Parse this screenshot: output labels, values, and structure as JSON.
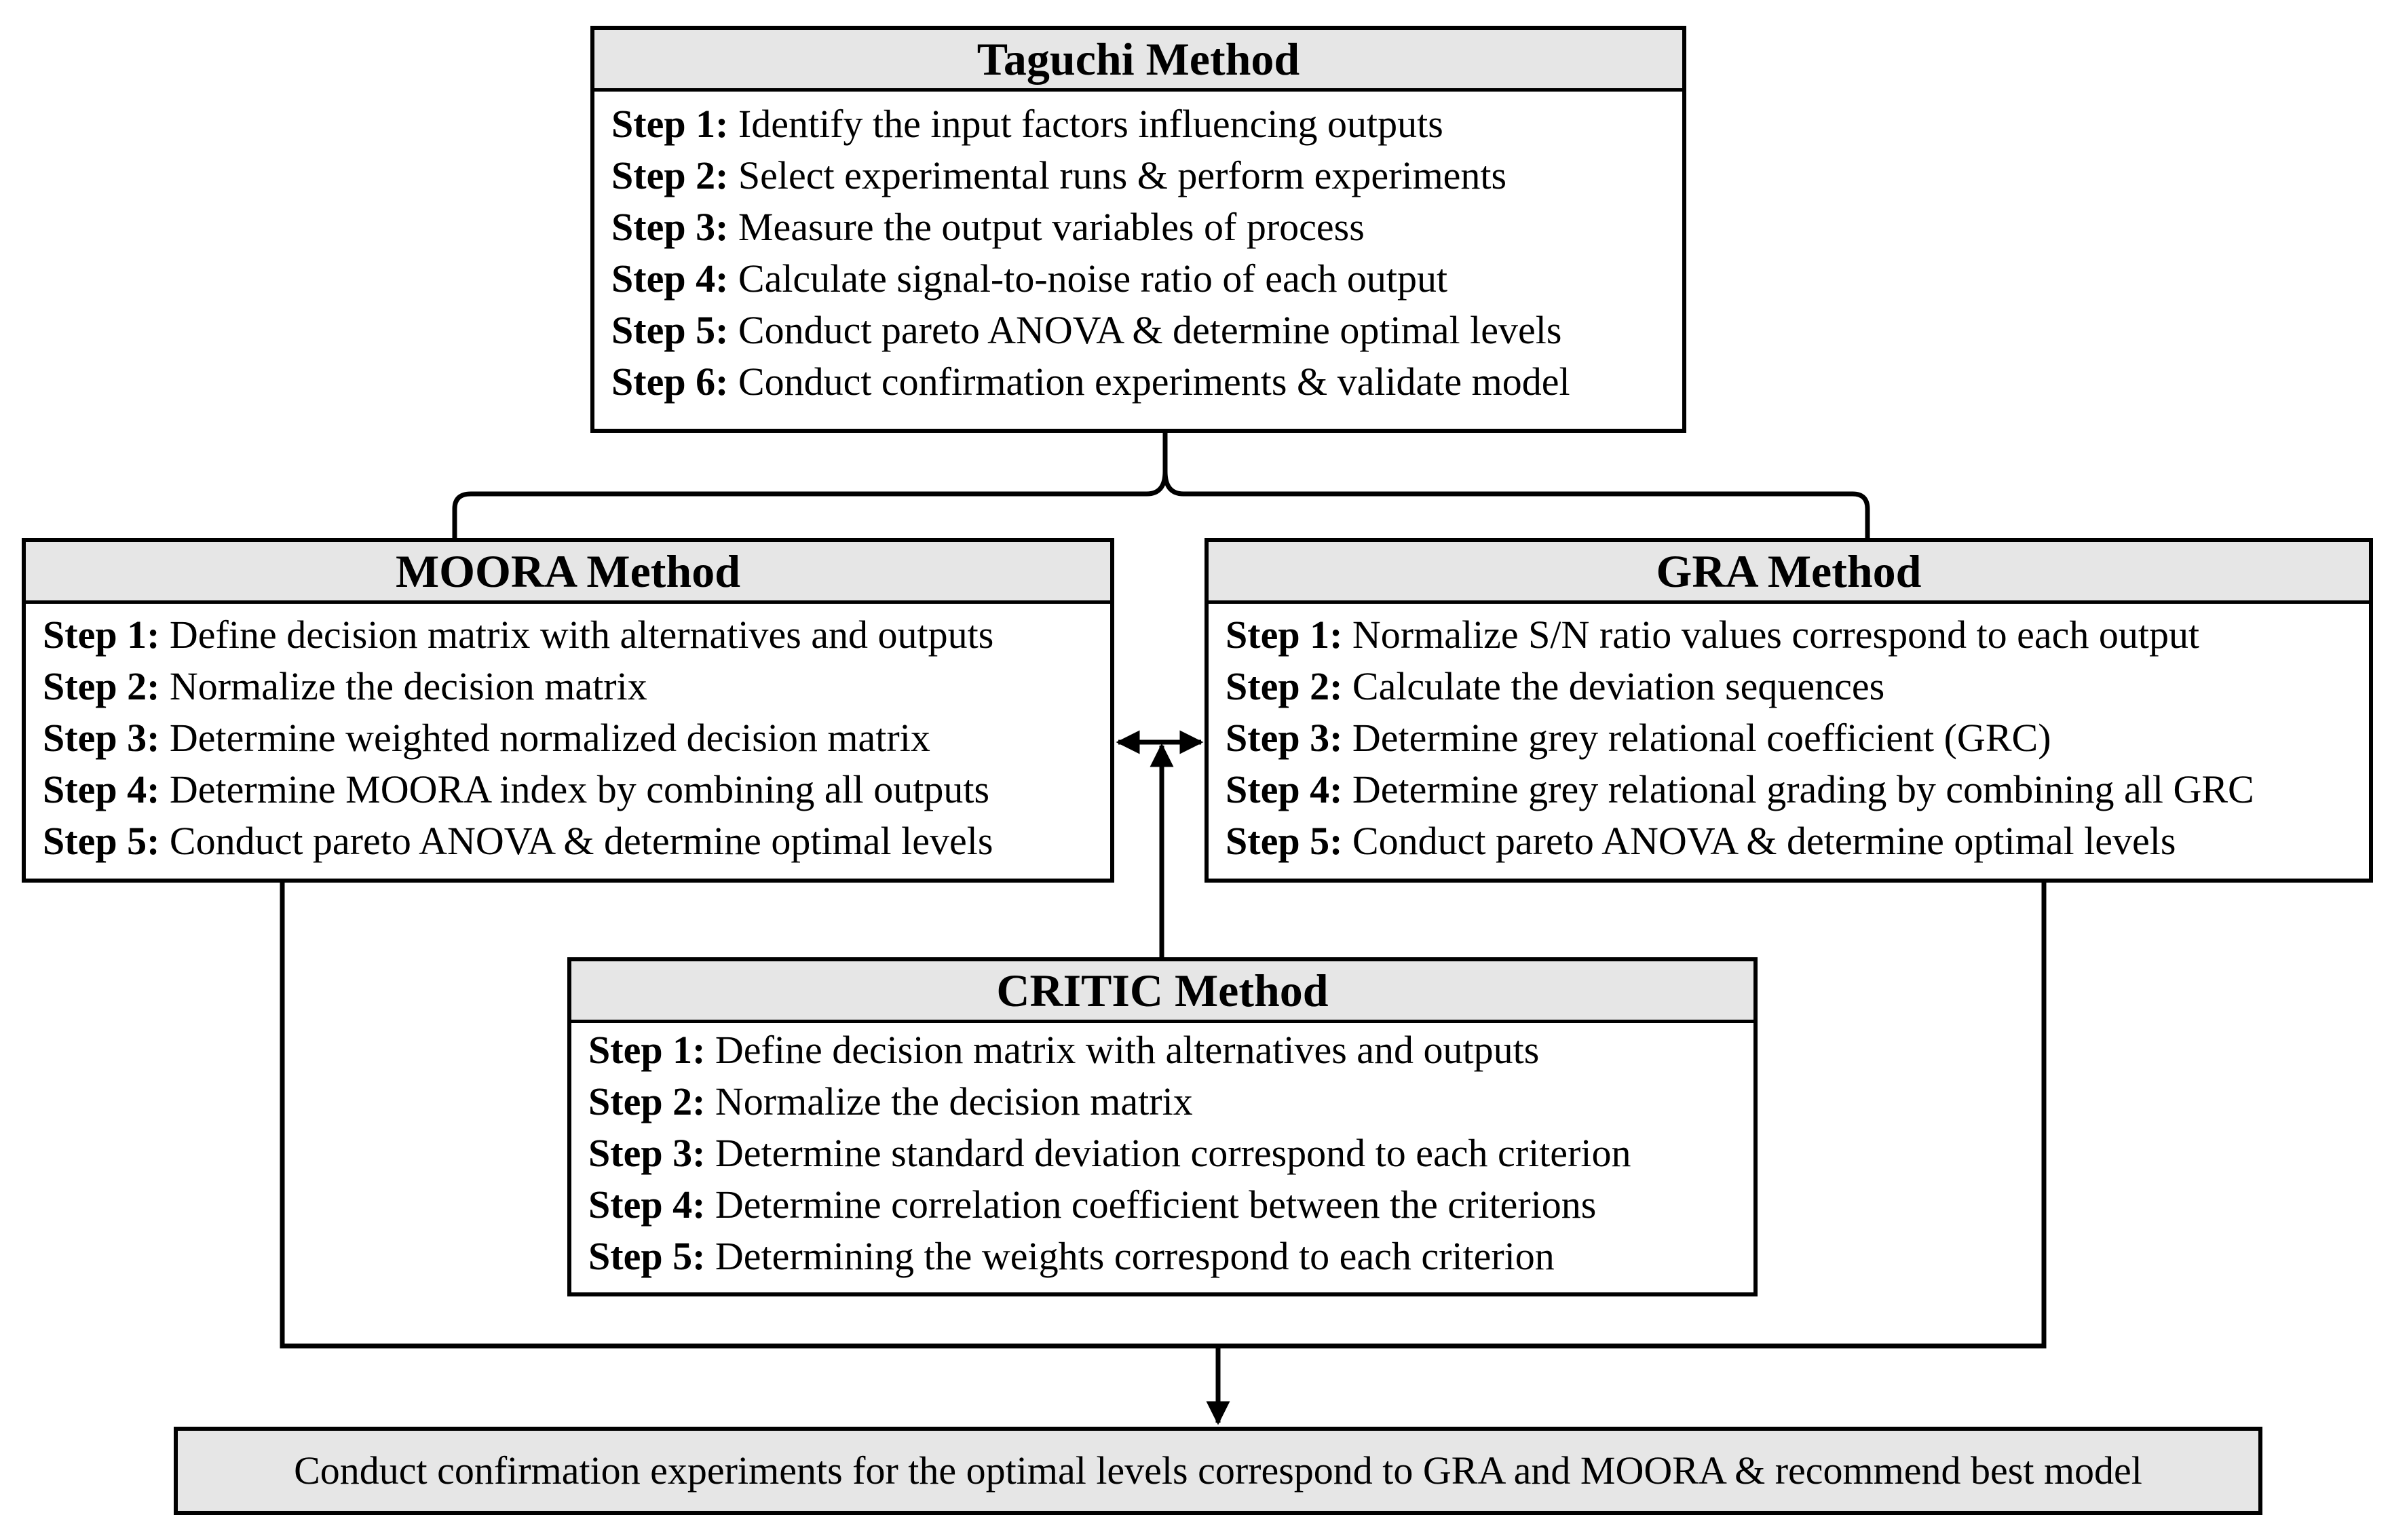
{
  "taguchi": {
    "title": "Taguchi Method",
    "steps": [
      {
        "label": "Step 1:",
        "text": "Identify the input factors influencing outputs"
      },
      {
        "label": "Step 2:",
        "text": "Select experimental runs & perform experiments"
      },
      {
        "label": "Step 3:",
        "text": "Measure the output variables of process"
      },
      {
        "label": "Step 4:",
        "text": "Calculate signal-to-noise ratio of each output"
      },
      {
        "label": "Step 5:",
        "text": "Conduct pareto ANOVA & determine optimal levels"
      },
      {
        "label": "Step 6:",
        "text": "Conduct confirmation experiments & validate model"
      }
    ]
  },
  "moora": {
    "title": "MOORA Method",
    "steps": [
      {
        "label": "Step 1:",
        "text": "Define decision matrix with alternatives and outputs"
      },
      {
        "label": "Step 2:",
        "text": "Normalize the decision matrix"
      },
      {
        "label": "Step 3:",
        "text": "Determine weighted normalized decision matrix"
      },
      {
        "label": "Step 4:",
        "text": "Determine MOORA index by combining all outputs"
      },
      {
        "label": "Step 5:",
        "text": "Conduct pareto ANOVA & determine optimal levels"
      }
    ]
  },
  "gra": {
    "title": "GRA Method",
    "steps": [
      {
        "label": "Step 1:",
        "text": "Normalize S/N ratio values correspond to each output"
      },
      {
        "label": "Step 2:",
        "text": "Calculate the deviation sequences"
      },
      {
        "label": "Step 3:",
        "text": "Determine grey relational coefficient (GRC)"
      },
      {
        "label": "Step 4:",
        "text": "Determine grey relational grading by combining all GRC"
      },
      {
        "label": "Step 5:",
        "text": "Conduct pareto ANOVA & determine optimal levels"
      }
    ]
  },
  "critic": {
    "title": "CRITIC Method",
    "steps": [
      {
        "label": "Step 1:",
        "text": "Define decision matrix with alternatives and outputs"
      },
      {
        "label": "Step 2:",
        "text": "Normalize the decision matrix"
      },
      {
        "label": "Step 3:",
        "text": "Determine standard deviation correspond to each criterion"
      },
      {
        "label": "Step 4:",
        "text": "Determine correlation coefficient between the criterions"
      },
      {
        "label": "Step 5:",
        "text": "Determining the weights correspond to each criterion"
      }
    ]
  },
  "final": {
    "text": "Conduct confirmation experiments for the optimal levels correspond to GRA and MOORA & recommend best model"
  }
}
